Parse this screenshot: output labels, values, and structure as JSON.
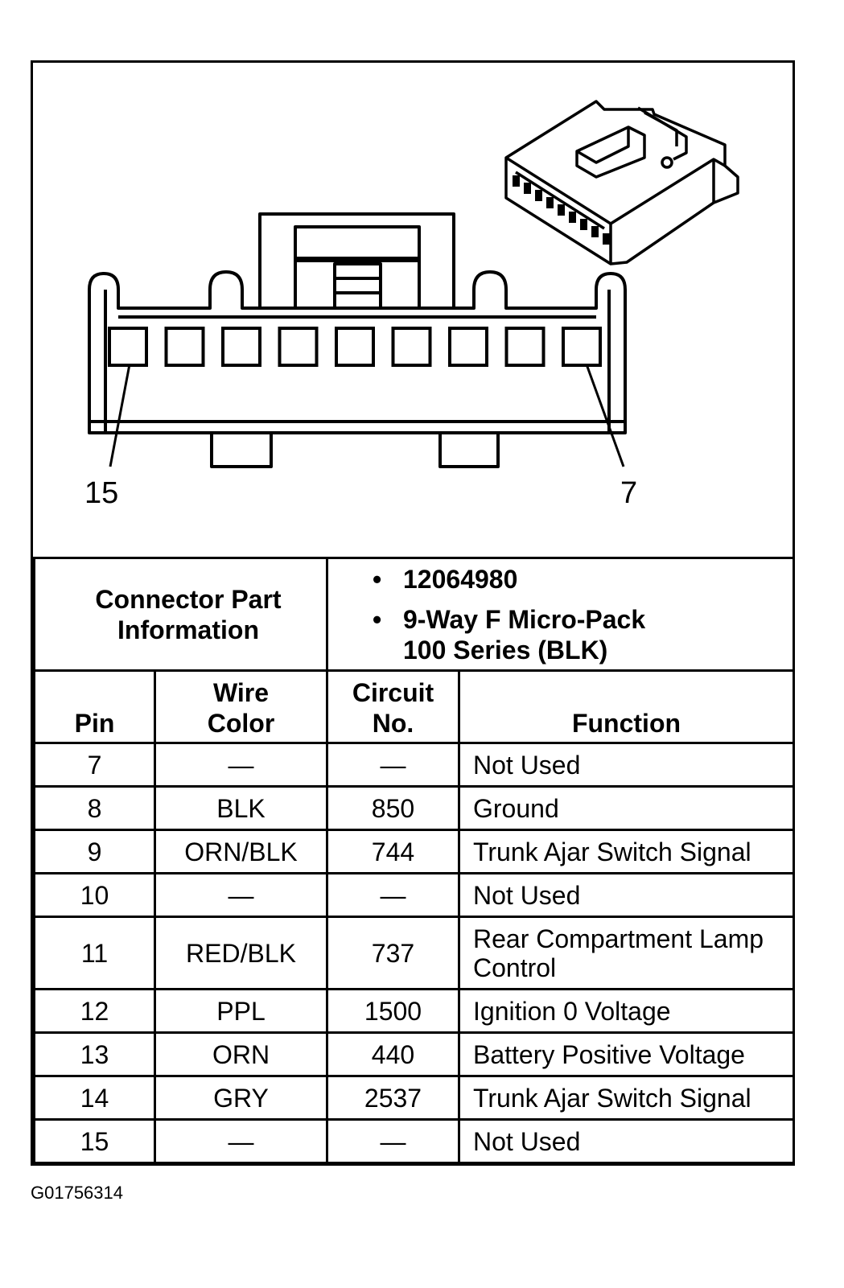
{
  "connector": {
    "left_pin_label": "15",
    "right_pin_label": "7",
    "cavity_count": 9
  },
  "part_info": {
    "label": "Connector Part Information",
    "items": [
      "12064980",
      "9-Way F Micro-Pack 100 Series (BLK)"
    ]
  },
  "columns": {
    "pin": "Pin",
    "wire_color": "Wire Color",
    "circuit": "Circuit No.",
    "function": "Function"
  },
  "rows": [
    {
      "pin": "7",
      "wire": "—",
      "circuit": "—",
      "function": "Not Used"
    },
    {
      "pin": "8",
      "wire": "BLK",
      "circuit": "850",
      "function": "Ground"
    },
    {
      "pin": "9",
      "wire": "ORN/BLK",
      "circuit": "744",
      "function": "Trunk Ajar Switch Signal"
    },
    {
      "pin": "10",
      "wire": "—",
      "circuit": "—",
      "function": "Not Used"
    },
    {
      "pin": "11",
      "wire": "RED/BLK",
      "circuit": "737",
      "function": "Rear Compartment Lamp Control"
    },
    {
      "pin": "12",
      "wire": "PPL",
      "circuit": "1500",
      "function": "Ignition 0 Voltage"
    },
    {
      "pin": "13",
      "wire": "ORN",
      "circuit": "440",
      "function": "Battery Positive Voltage"
    },
    {
      "pin": "14",
      "wire": "GRY",
      "circuit": "2537",
      "function": "Trunk Ajar Switch Signal"
    },
    {
      "pin": "15",
      "wire": "—",
      "circuit": "—",
      "function": "Not Used"
    }
  ],
  "figure_id": "G01756314"
}
